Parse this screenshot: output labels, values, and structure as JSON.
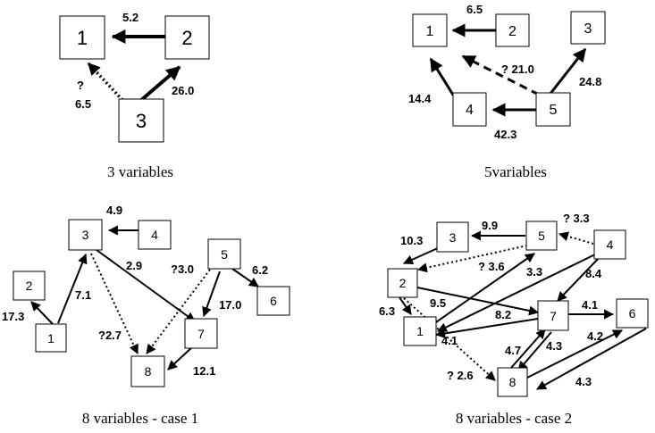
{
  "panels": [
    {
      "id": "p3",
      "caption": "3 variables",
      "nodes": [
        {
          "id": "n1",
          "label": "1"
        },
        {
          "id": "n2",
          "label": "2"
        },
        {
          "id": "n3",
          "label": "3"
        }
      ],
      "edges": [
        {
          "id": "e2-1",
          "from": "2",
          "to": "1",
          "label": "5.2",
          "style": "solid"
        },
        {
          "id": "e3-2",
          "from": "3",
          "to": "2",
          "label": "26.0",
          "style": "solid"
        },
        {
          "id": "e3-1",
          "from": "3",
          "to": "1",
          "label": "6.5",
          "question": "?",
          "style": "dotted"
        }
      ]
    },
    {
      "id": "p5",
      "caption": "5variables",
      "nodes": [
        {
          "id": "n1",
          "label": "1"
        },
        {
          "id": "n2",
          "label": "2"
        },
        {
          "id": "n3",
          "label": "3"
        },
        {
          "id": "n4",
          "label": "4"
        },
        {
          "id": "n5",
          "label": "5"
        }
      ],
      "edges": [
        {
          "id": "e2-1",
          "from": "2",
          "to": "1",
          "label": "6.5",
          "style": "solid"
        },
        {
          "id": "e5-1",
          "from": "5",
          "to": "1",
          "label": "? 21.0",
          "style": "dashed"
        },
        {
          "id": "e5-3",
          "from": "5",
          "to": "3",
          "label": "24.8",
          "style": "solid"
        },
        {
          "id": "e4-1",
          "from": "4",
          "to": "1",
          "label": "14.4",
          "style": "solid"
        },
        {
          "id": "e5-4",
          "from": "5",
          "to": "4",
          "label": "42.3",
          "style": "solid"
        }
      ]
    },
    {
      "id": "p8a",
      "caption": "8 variables - case 1",
      "nodes": [
        {
          "id": "n1",
          "label": "1"
        },
        {
          "id": "n2",
          "label": "2"
        },
        {
          "id": "n3",
          "label": "3"
        },
        {
          "id": "n4",
          "label": "4"
        },
        {
          "id": "n5",
          "label": "5"
        },
        {
          "id": "n6",
          "label": "6"
        },
        {
          "id": "n7",
          "label": "7"
        },
        {
          "id": "n8",
          "label": "8"
        }
      ],
      "edges": [
        {
          "id": "e4-3",
          "from": "4",
          "to": "3",
          "label": "4.9",
          "style": "solid"
        },
        {
          "id": "e1-2",
          "from": "1",
          "to": "2",
          "label": "17.3",
          "style": "solid"
        },
        {
          "id": "e1-3",
          "from": "1",
          "to": "3",
          "label": "7.1",
          "style": "solid"
        },
        {
          "id": "e3-7",
          "from": "3",
          "to": "7",
          "label": "2.9",
          "style": "solid"
        },
        {
          "id": "e3-8",
          "from": "3",
          "to": "8",
          "label": "?2.7",
          "style": "dotted"
        },
        {
          "id": "e5-8",
          "from": "5",
          "to": "8",
          "label": "?3.0",
          "style": "dotted"
        },
        {
          "id": "e5-6",
          "from": "5",
          "to": "6",
          "label": "6.2",
          "style": "solid"
        },
        {
          "id": "e5-7",
          "from": "5",
          "to": "7",
          "label": "17.0",
          "style": "solid"
        },
        {
          "id": "e7-8",
          "from": "7",
          "to": "8",
          "label": "12.1",
          "style": "solid"
        }
      ]
    },
    {
      "id": "p8b",
      "caption": "8 variables - case 2",
      "nodes": [
        {
          "id": "n1",
          "label": "1"
        },
        {
          "id": "n2",
          "label": "2"
        },
        {
          "id": "n3",
          "label": "3"
        },
        {
          "id": "n4",
          "label": "4"
        },
        {
          "id": "n5",
          "label": "5"
        },
        {
          "id": "n6",
          "label": "6"
        },
        {
          "id": "n7",
          "label": "7"
        },
        {
          "id": "n8",
          "label": "8"
        }
      ],
      "edges": [
        {
          "id": "e5-3",
          "from": "5",
          "to": "3",
          "label": "9.9",
          "style": "solid"
        },
        {
          "id": "e4-5",
          "from": "4",
          "to": "5",
          "label": "? 3.3",
          "style": "dotted"
        },
        {
          "id": "e3-2",
          "from": "3",
          "to": "2",
          "label": "10.3",
          "style": "solid"
        },
        {
          "id": "e5-2",
          "from": "5",
          "to": "2",
          "label": "? 3.6",
          "style": "dotted"
        },
        {
          "id": "e1-5",
          "from": "1",
          "to": "5",
          "label": "3.3",
          "style": "solid"
        },
        {
          "id": "e4-7",
          "from": "4",
          "to": "7",
          "label": "8.4",
          "style": "solid"
        },
        {
          "id": "e4-1",
          "from": "4",
          "to": "1",
          "label": "9.5",
          "style": "solid"
        },
        {
          "id": "e2-1",
          "from": "2",
          "to": "1",
          "label": "6.3",
          "style": "solid"
        },
        {
          "id": "e2-7",
          "from": "2",
          "to": "7",
          "label": "8.2",
          "style": "solid"
        },
        {
          "id": "e7-1",
          "from": "7",
          "to": "1",
          "label": "4.1",
          "style": "solid"
        },
        {
          "id": "e7-6",
          "from": "7",
          "to": "6",
          "label": "4.1",
          "style": "solid"
        },
        {
          "id": "e2-8",
          "from": "2",
          "to": "8",
          "label": "? 2.6",
          "style": "dotted"
        },
        {
          "id": "e8-7a",
          "from": "8",
          "to": "7",
          "label": "4.7",
          "style": "solid"
        },
        {
          "id": "e7-8",
          "from": "7",
          "to": "8",
          "label": "4.3",
          "style": "solid"
        },
        {
          "id": "e8-6",
          "from": "8",
          "to": "6",
          "label": "4.2",
          "style": "solid"
        },
        {
          "id": "e6-8",
          "from": "6",
          "to": "8",
          "label": "4.3",
          "style": "solid"
        }
      ]
    }
  ]
}
